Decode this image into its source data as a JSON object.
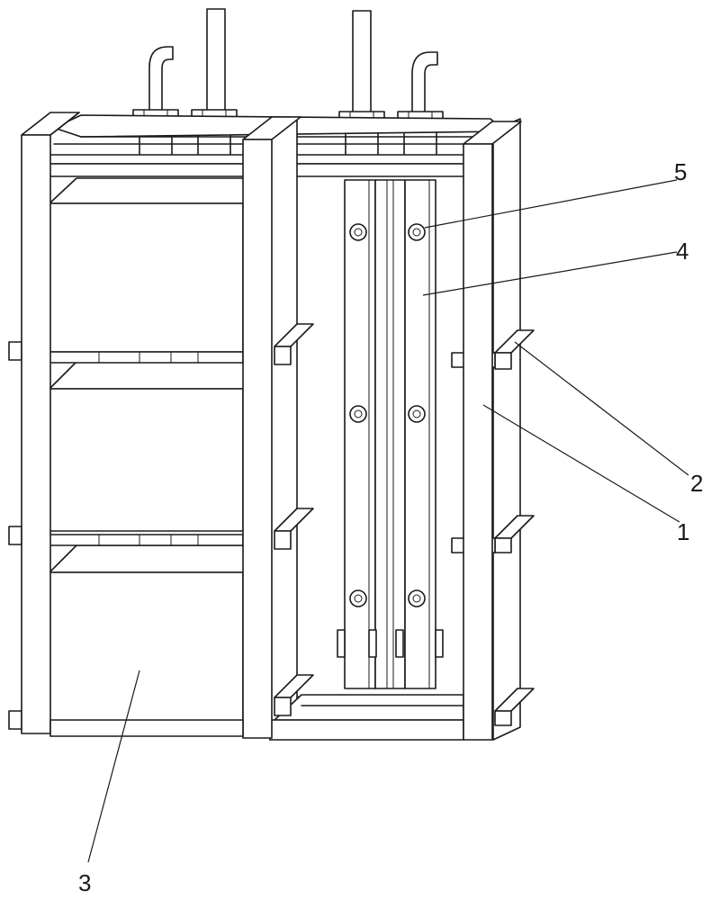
{
  "figure": {
    "labels": {
      "frame": "1",
      "cross_bracket": "2",
      "storage_box": "3",
      "rail_plate": "4",
      "bolt": "5"
    }
  }
}
